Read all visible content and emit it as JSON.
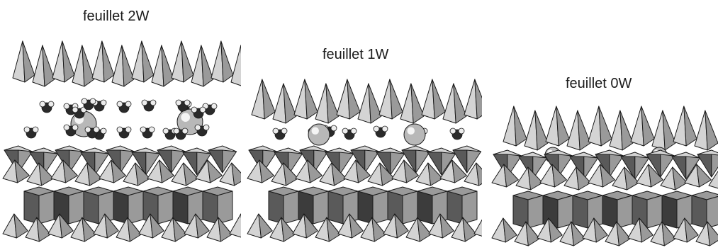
{
  "panels": [
    {
      "label": "feuillet 2W"
    },
    {
      "label": "feuillet 1W"
    },
    {
      "label": "feuillet 0W"
    }
  ],
  "colors": {
    "light": "#d4d4d4",
    "mid": "#9a9a9a",
    "dark": "#5a5a5a",
    "darker": "#3c3c3c",
    "edge": "#1a1a1a",
    "cation": "#b8b8b8"
  }
}
